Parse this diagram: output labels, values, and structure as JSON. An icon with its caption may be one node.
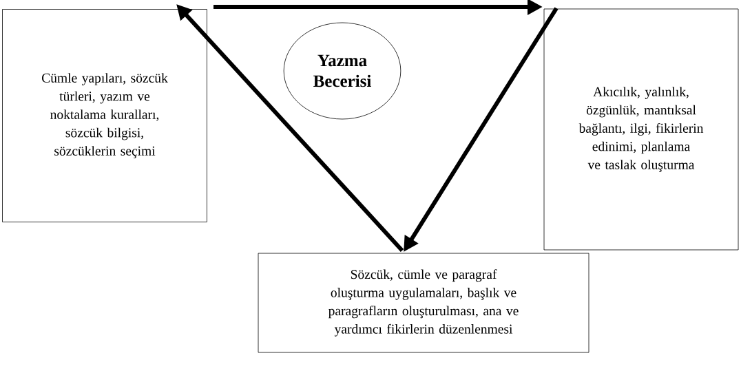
{
  "diagram": {
    "nodes": [
      {
        "text": [
          "Cümle yapıları, sözcük türleri, yazım ve noktalama kuralları, sözcük bilgisi, sözcüklerin seçimi"
        ]
      },
      {
        "text": [
          "Yazma Becerisi"
        ]
      },
      {
        "text": [
          "Akıcılık, yalınlık, özgünlük, mantıksal bağlantı, ilgi, fikirlerin edinimi, planlama ve taslak oluşturma"
        ]
      },
      {
        "text": [
          "Sözcük, cümle ve paragraf oluşturma uygulamaları, başlık ve paragrafların oluşturulması, ana ve yardımcı fikirlerin düzenlenmesi"
        ]
      }
    ],
    "edges": [
      {
        "from": 0,
        "to": 2,
        "arrow": "to"
      },
      {
        "from": 2,
        "to": 3,
        "arrow": "to"
      },
      {
        "from": 3,
        "to": 0,
        "arrow": "to"
      }
    ]
  }
}
